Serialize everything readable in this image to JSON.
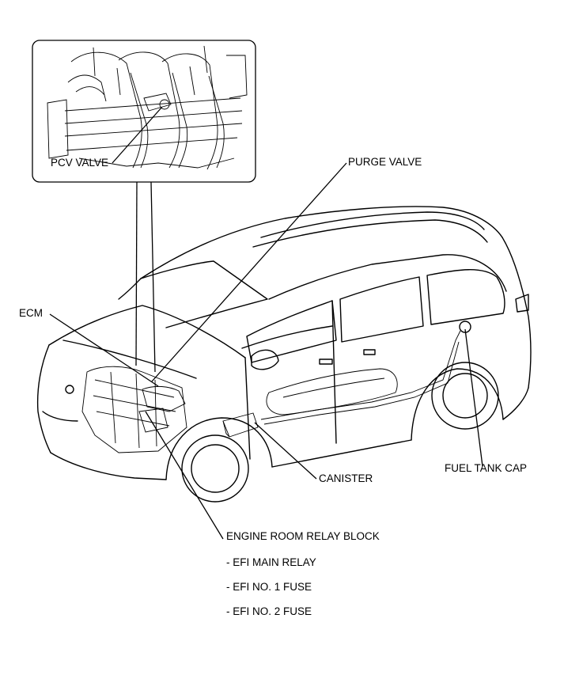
{
  "labels": {
    "pcv_valve": "PCV VALVE",
    "purge_valve": "PURGE VALVE",
    "ecm": "ECM",
    "canister": "CANISTER",
    "fuel_tank_cap": "FUEL TANK CAP",
    "engine_room_relay_block": "ENGINE ROOM RELAY BLOCK",
    "relay_block_items": [
      "- EFI MAIN RELAY",
      "- EFI NO. 1 FUSE",
      "- EFI NO. 2 FUSE"
    ]
  },
  "icons": [
    "intake-manifold-inset",
    "minivan-illustration"
  ],
  "colors": {
    "line": "#000000",
    "background": "#ffffff"
  }
}
